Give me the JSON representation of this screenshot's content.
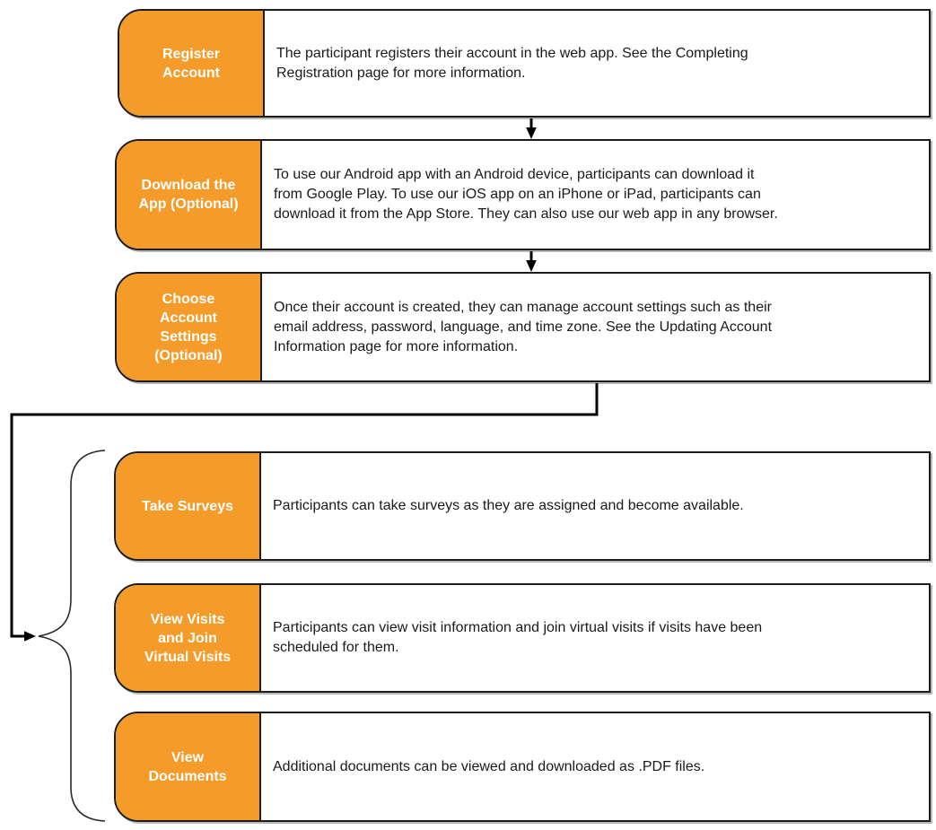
{
  "diagram": {
    "steps": [
      {
        "id": "register-account",
        "label": "Register\nAccount",
        "description": "The participant registers their account in the web app. See the Completing\nRegistration page for more information."
      },
      {
        "id": "download-app",
        "label": "Download the\nApp (Optional)",
        "description": "To use our Android app with an Android device, participants can download it\nfrom Google Play. To use our iOS app on an iPhone or iPad, participants can\ndownload it from the App Store. They can also use our web app in any browser."
      },
      {
        "id": "choose-account-settings",
        "label": "Choose\nAccount\nSettings\n(Optional)",
        "description": "Once their account is created, they can manage account settings such as their\nemail address, password, language, and time zone. See the Updating Account\nInformation page for more information."
      },
      {
        "id": "take-surveys",
        "label": "Take Surveys",
        "description": "Participants can take surveys as they are assigned and become available."
      },
      {
        "id": "view-visits-join-virtual-visits",
        "label": "View Visits\nand Join\nVirtual Visits",
        "description": "Participants can view visit information and join virtual visits if visits have been\nscheduled for them."
      },
      {
        "id": "view-documents",
        "label": "View\nDocuments",
        "description": "Additional documents can be viewed and downloaded as .PDF files."
      }
    ],
    "colors": {
      "step_label_bg": "#F49B29",
      "step_label_text": "#FFFFFF",
      "description_text": "#1A1A1A",
      "box_border": "#1C1C1C",
      "connector": "#000000",
      "brace": "#2A2A2A"
    }
  }
}
